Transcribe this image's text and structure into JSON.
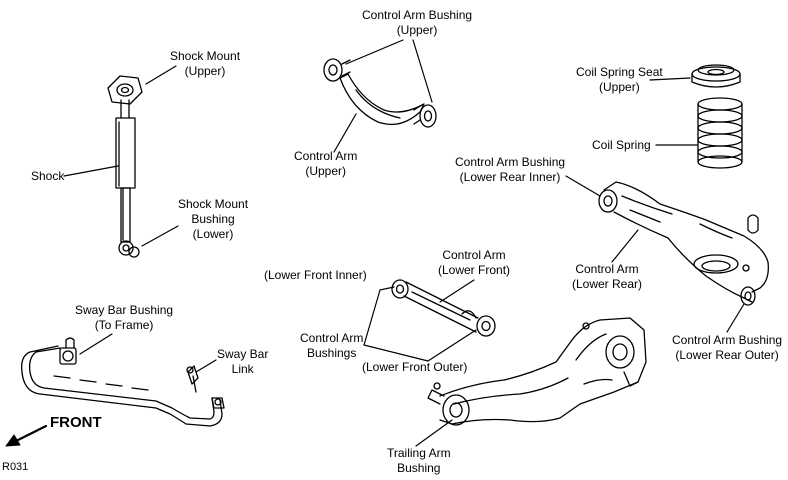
{
  "diagram": {
    "labels": {
      "shock_mount_upper": [
        "Shock Mount",
        "(Upper)"
      ],
      "shock": [
        "Shock"
      ],
      "shock_mount_bushing_lower": [
        "Shock Mount",
        "Bushing",
        "(Lower)"
      ],
      "control_arm_bushing_upper": [
        "Control Arm Bushing",
        "(Upper)"
      ],
      "control_arm_upper": [
        "Control Arm",
        "(Upper)"
      ],
      "coil_spring_seat_upper": [
        "Coil Spring Seat",
        "(Upper)"
      ],
      "coil_spring": [
        "Coil Spring"
      ],
      "control_arm_bushing_lower_rear_inner": [
        "Control Arm Bushing",
        "(Lower Rear Inner)"
      ],
      "control_arm_lower_rear": [
        "Control Arm",
        "(Lower Rear)"
      ],
      "control_arm_bushing_lower_rear_outer": [
        "Control Arm Bushing",
        "(Lower Rear Outer)"
      ],
      "control_arm_lower_front": [
        "Control Arm",
        "(Lower Front)"
      ],
      "lower_front_inner": [
        "(Lower Front Inner)"
      ],
      "control_arm_bushings": [
        "Control Arm",
        "Bushings"
      ],
      "lower_front_outer": [
        "(Lower Front Outer)"
      ],
      "sway_bar_bushing_to_frame": [
        "Sway Bar Bushing",
        "(To Frame)"
      ],
      "sway_bar_link": [
        "Sway Bar",
        "Link"
      ],
      "trailing_arm_bushing": [
        "Trailing Arm",
        "Bushing"
      ]
    },
    "front_label": "FRONT",
    "figure_code": "R031"
  }
}
